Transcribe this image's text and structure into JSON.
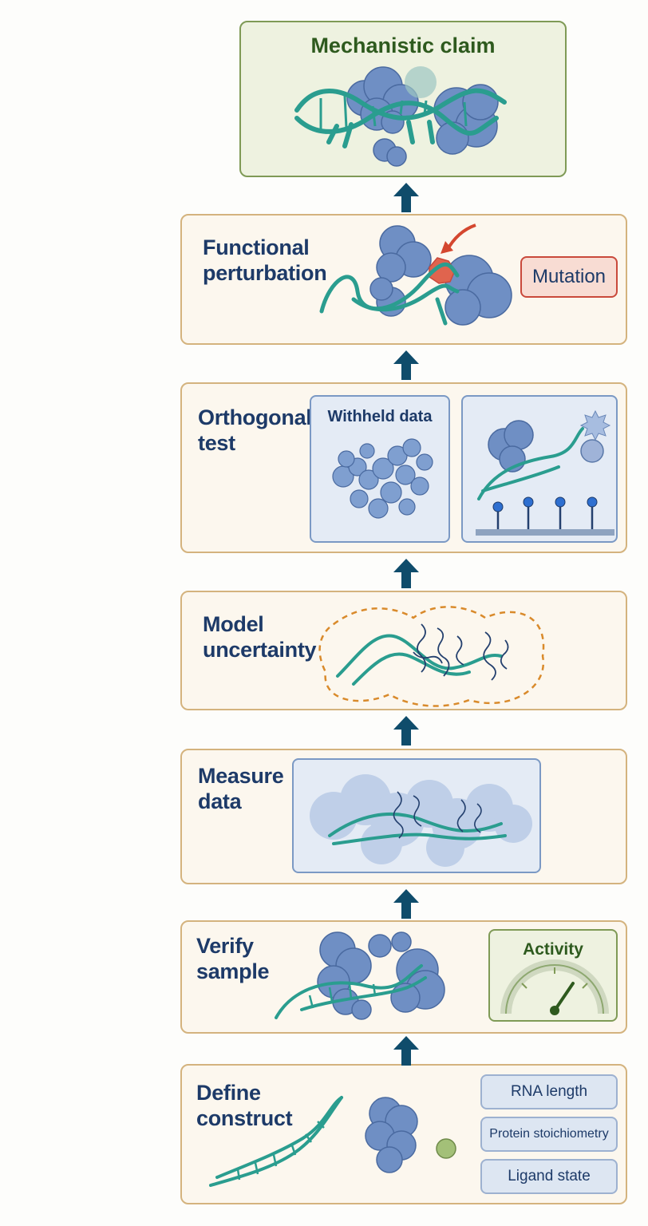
{
  "claim": {
    "title": "Mechanistic claim"
  },
  "stages": {
    "functional": {
      "title": "Functional\nperturbation",
      "badge": "Mutation"
    },
    "orthogonal": {
      "title": "Orthogonal\ntest",
      "panel_label": "Withheld data"
    },
    "uncertainty": {
      "title": "Model\nuncertainty"
    },
    "measure": {
      "title": "Measure\ndata"
    },
    "verify": {
      "title": "Verify\nsample",
      "gauge_label": "Activity"
    },
    "define": {
      "title": "Define\nconstruct",
      "params": [
        "RNA length",
        "Protein stoichiometry",
        "Ligand state"
      ]
    }
  },
  "colors": {
    "stage_border": "#d4b37e",
    "stage_fill": "#fcf7ee",
    "claim_border": "#7f9a56",
    "claim_fill": "#eef2e0",
    "title_text": "#1d3a68",
    "arrow": "#0f4c6b",
    "rna": "#2a9d8f",
    "protein": "#5f7fb4",
    "mutation": "#e0644e",
    "uncertainty_outline": "#d98a2b"
  },
  "icons": [
    "up-arrow-icon",
    "rna-helix-icon",
    "protein-blob-icon",
    "ligand-sphere-icon",
    "gauge-icon",
    "mutation-pointer-icon",
    "sensor-surface-icon",
    "star-burst-icon"
  ]
}
